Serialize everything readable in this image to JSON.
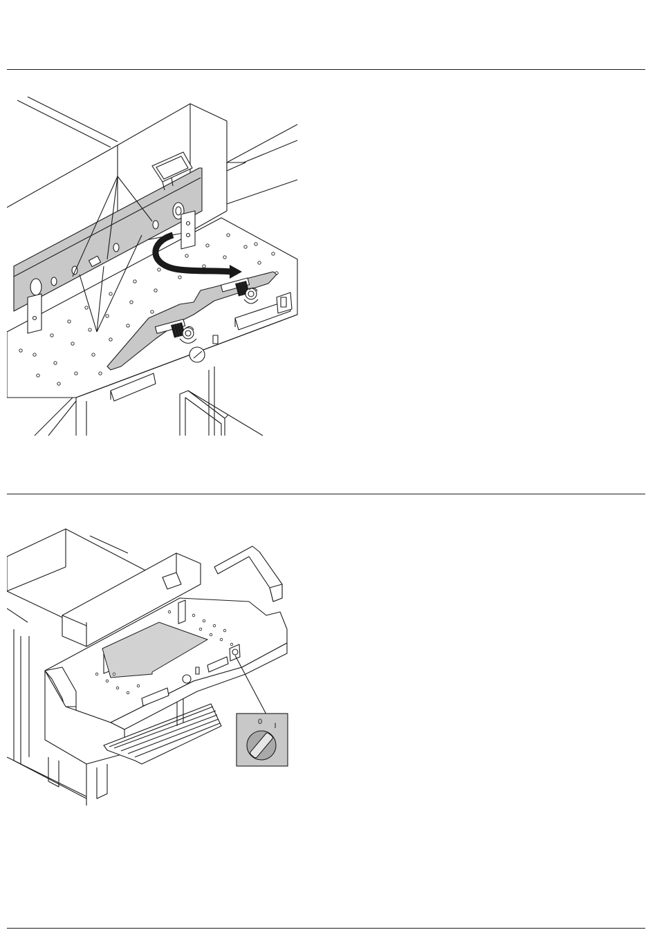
{
  "page": {
    "figures": [
      {
        "id": "figure-knife-change",
        "description_hidden": true
      },
      {
        "id": "figure-main-switch",
        "switch_labels": {
          "off": "0",
          "on": "I"
        }
      }
    ]
  },
  "colors": {
    "line": "#1a1a1a",
    "shade": "#c8c8c8",
    "shade_dark": "#a9a9a9",
    "paper": "#d2d2d2",
    "background": "#ffffff"
  }
}
